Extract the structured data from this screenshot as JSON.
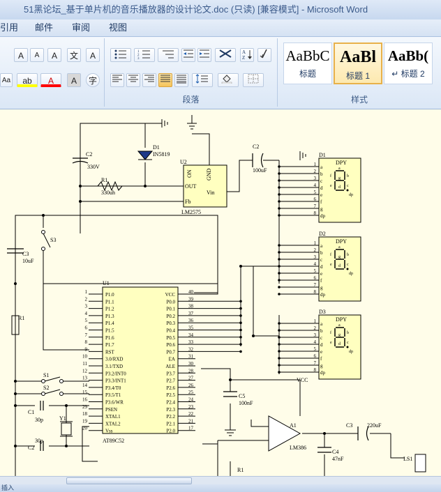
{
  "window": {
    "title": "51黑论坛_基于单片机的音乐播放器的设计论文.doc (只读) [兼容模式] - Microsoft Word"
  },
  "menu": {
    "items": [
      "引用",
      "邮件",
      "审阅",
      "视图"
    ]
  },
  "ribbon": {
    "paragraph_label": "段落",
    "styles_label": "样式",
    "styles": [
      {
        "sample": "AaBbC",
        "name": "标题"
      },
      {
        "sample": "AaBl",
        "name": "标题 1"
      },
      {
        "sample": "AaBb(",
        "name": "↵ 标题 2"
      }
    ],
    "font_buttons": [
      "A",
      "A",
      "A",
      "文",
      "A"
    ],
    "highlight_label": "ab",
    "highlight_color": "#ffff00",
    "font_color_label": "A",
    "font_color": "#ff0000",
    "aa_label": "Aa",
    "char_border_label": "A",
    "enclose_label": "字"
  },
  "schematic": {
    "labels": {
      "c2_top": "C2",
      "c2_top_val": "330V",
      "d1_diode": "D1",
      "d1_diode_val": "IN5819",
      "u2": "U2",
      "u2_on": "ON",
      "u2_gnd": "GND",
      "u2_out": "OUT",
      "u2_vin": "Vin",
      "u2_fb": "Fb",
      "u2_part": "LM2575",
      "r1_top": "R1",
      "r1_top_val": "330uh",
      "c2_mid": "C2",
      "c2_mid_val": "100uF",
      "s3": "S3",
      "c3_left": "C3",
      "c3_left_val": "10uF",
      "r1_left": "R1",
      "u1": "U1",
      "u1_part": "AT89C52",
      "s1": "S1",
      "s2": "S2",
      "c1": "C1",
      "c1_val": "30p",
      "y1": "Y1",
      "c2_bot": "C2",
      "c2_bot_val": "30p",
      "c5": "C5",
      "c5_val": "100nF",
      "vcc": "VCC",
      "a1": "A1",
      "a1_part": "LM386",
      "c3_right": "C3",
      "c3_right_val": "220uF",
      "c4": "C4",
      "c4_val": "47nF",
      "ls1": "LS1",
      "r1_bot": "R1",
      "dpy": "DPY",
      "d1": "D1",
      "d2": "D2",
      "d3": "D3"
    },
    "u1_left_pins": [
      {
        "num": "1",
        "name": "P1.0"
      },
      {
        "num": "2",
        "name": "P1.1"
      },
      {
        "num": "3",
        "name": "P1.2"
      },
      {
        "num": "4",
        "name": "P1.3"
      },
      {
        "num": "5",
        "name": "P1.4"
      },
      {
        "num": "6",
        "name": "P1.5"
      },
      {
        "num": "7",
        "name": "P1.6"
      },
      {
        "num": "8",
        "name": "P1.7"
      },
      {
        "num": "9",
        "name": "RST"
      },
      {
        "num": "10",
        "name": "3.0/RXD"
      },
      {
        "num": "11",
        "name": "3.1/TXD"
      },
      {
        "num": "12",
        "name": "P3.2/INT0"
      },
      {
        "num": "13",
        "name": "P3.3/INT1"
      },
      {
        "num": "14",
        "name": "P3.4/T0"
      },
      {
        "num": "15",
        "name": "P3.5/T1"
      },
      {
        "num": "16",
        "name": "P3.6/WR"
      },
      {
        "num": "29",
        "name": "PSEN"
      },
      {
        "num": "18",
        "name": "XTAL1"
      },
      {
        "num": "19",
        "name": "XTAL2"
      },
      {
        "num": "20",
        "name": "Vss"
      }
    ],
    "u1_right_pins": [
      {
        "num": "40",
        "name": "VCC"
      },
      {
        "num": "39",
        "name": "P0.0"
      },
      {
        "num": "38",
        "name": "P0.1"
      },
      {
        "num": "37",
        "name": "P0.2"
      },
      {
        "num": "36",
        "name": "P0.3"
      },
      {
        "num": "35",
        "name": "P0.4"
      },
      {
        "num": "34",
        "name": "P0.5"
      },
      {
        "num": "33",
        "name": "P0.6"
      },
      {
        "num": "32",
        "name": "P0.7"
      },
      {
        "num": "31",
        "name": "EA"
      },
      {
        "num": "30",
        "name": "ALE"
      },
      {
        "num": "28",
        "name": "P3.7"
      },
      {
        "num": "27",
        "name": "P2.7"
      },
      {
        "num": "26",
        "name": "P2.6"
      },
      {
        "num": "25",
        "name": "P2.5"
      },
      {
        "num": "24",
        "name": "P2.4"
      },
      {
        "num": "23",
        "name": "P2.3"
      },
      {
        "num": "22",
        "name": "P2.2"
      },
      {
        "num": "21",
        "name": "P2.1"
      },
      {
        "num": "17",
        "name": "P2.0"
      }
    ],
    "dpy_pins": [
      {
        "num": "1",
        "seg": "a"
      },
      {
        "num": "2",
        "seg": "b"
      },
      {
        "num": "3",
        "seg": "c"
      },
      {
        "num": "4",
        "seg": "d"
      },
      {
        "num": "5",
        "seg": "e"
      },
      {
        "num": "6",
        "seg": "f"
      },
      {
        "num": "7",
        "seg": "g"
      },
      {
        "num": "8",
        "seg": "dp"
      }
    ],
    "dpy_segments": [
      "a",
      "b",
      "c",
      "d",
      "e",
      "f",
      "g",
      "dp"
    ]
  },
  "statusbar": {
    "text": "插入"
  }
}
